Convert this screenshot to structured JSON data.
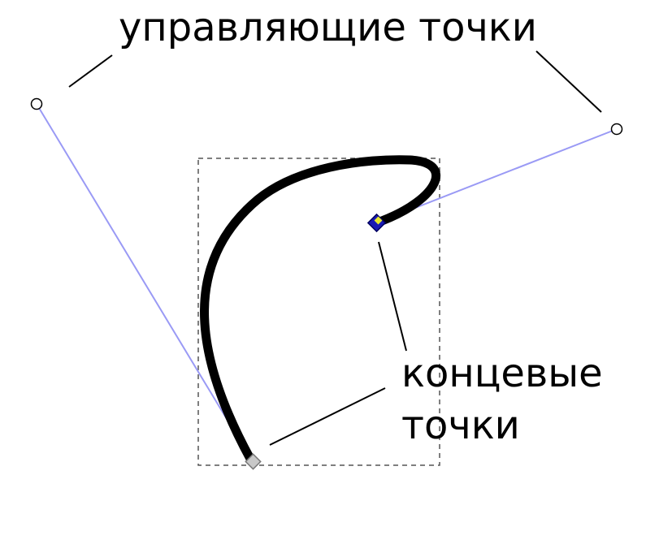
{
  "labels": {
    "control_points": "управляющие точки",
    "end_points_line1": "концевые",
    "end_points_line2": "точки"
  },
  "colors": {
    "curve": "#000000",
    "handle_line": "#9a9af5",
    "bbox": "#555555",
    "start_node_fill": "#c8c8c8",
    "end_node_fill": "#1a1ab4",
    "end_node_inner": "#e8e830",
    "pointer_line": "#000000",
    "control_point_stroke": "#000000",
    "background": "#ffffff"
  },
  "icons": {
    "control_point": "circle-handle-icon",
    "start_node": "diamond-node-icon",
    "end_node": "selected-diamond-node-icon"
  }
}
